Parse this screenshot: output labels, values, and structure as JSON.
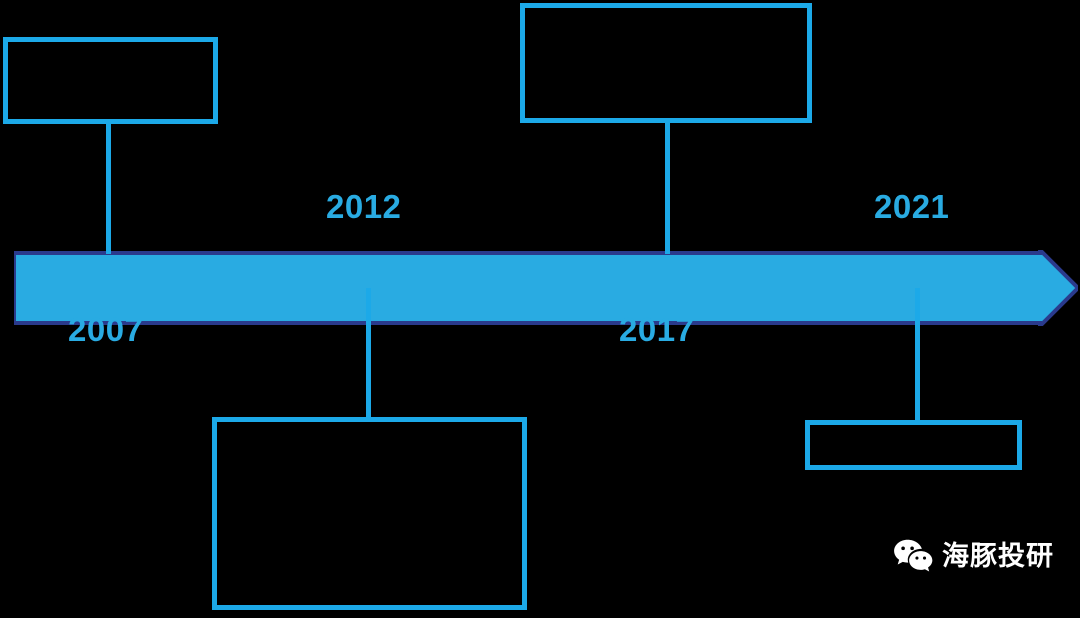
{
  "diagram": {
    "type": "timeline",
    "orientation": "horizontal-left-to-right",
    "background_color": "#000000",
    "accent_color": "#29ABE2",
    "box_border_color": "#1CA9E8",
    "arrow_outline_color": "#2A3A8C",
    "title": ""
  },
  "timeline": {
    "axis_label": "timeline-arrow",
    "milestones": [
      {
        "year": "2007",
        "year_label_position": "below-axis",
        "box_position": "above-axis",
        "box_text": ""
      },
      {
        "year": "2012",
        "year_label_position": "above-axis",
        "box_position": "below-axis",
        "box_text": ""
      },
      {
        "year": "2017",
        "year_label_position": "below-axis",
        "box_position": "above-axis",
        "box_text": ""
      },
      {
        "year": "2021",
        "year_label_position": "above-axis",
        "box_position": "below-axis",
        "box_text": ""
      }
    ]
  },
  "watermark": {
    "icon": "wechat-icon",
    "text": "海豚投研"
  }
}
